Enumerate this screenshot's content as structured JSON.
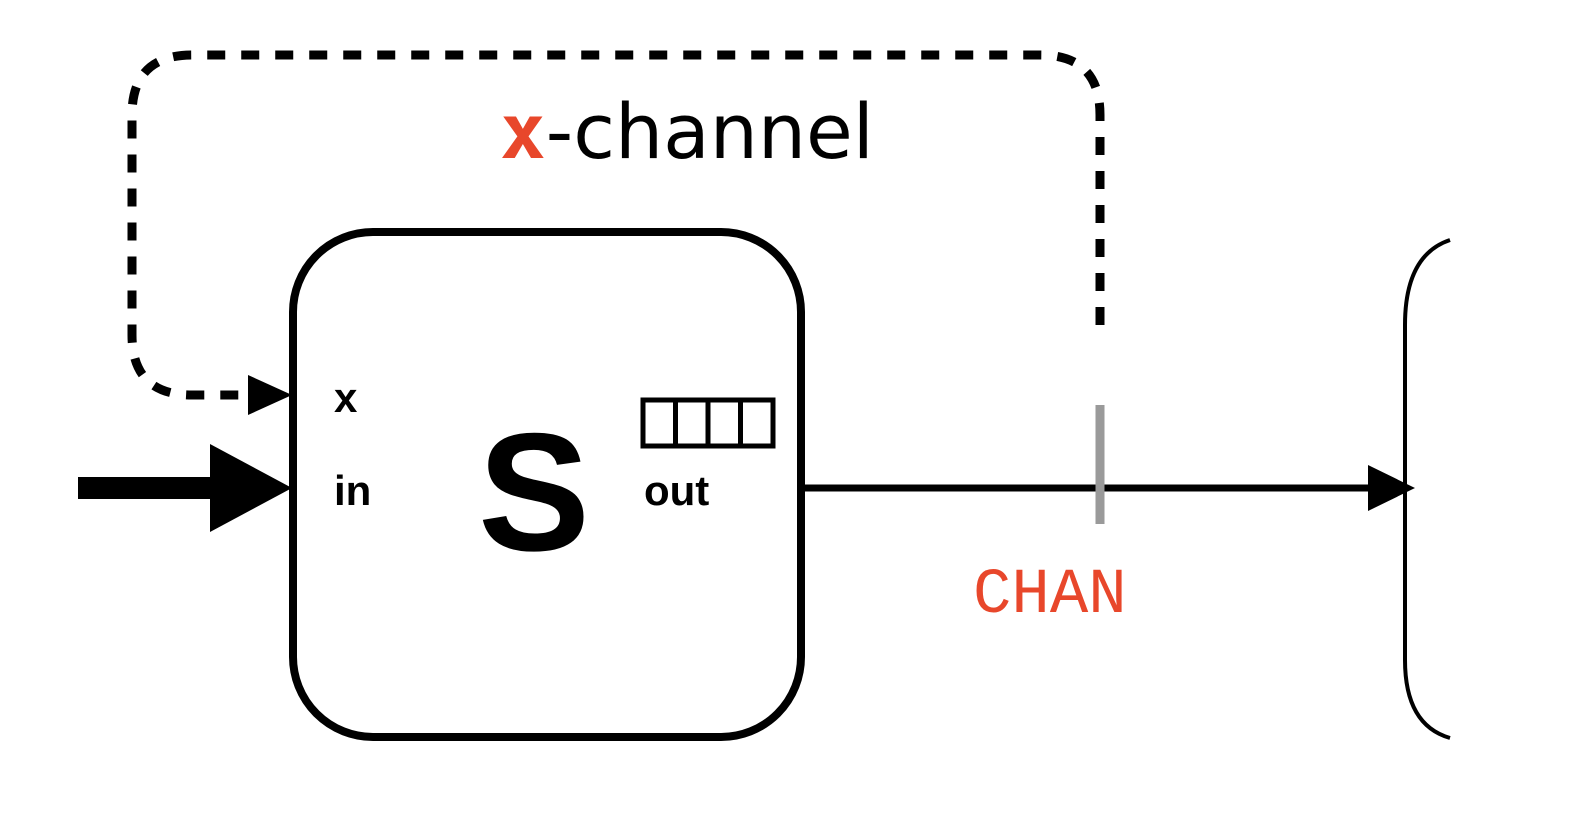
{
  "diagram": {
    "feedback_label": {
      "prefix": "x",
      "suffix": "-channel"
    },
    "node": {
      "name": "S",
      "port_x": "x",
      "port_in": "in",
      "port_out": "out",
      "buffer_slots": 4
    },
    "channel_label": "CHAN"
  },
  "colors": {
    "ink": "#000000",
    "accent": "#e8472b",
    "channel_tick": "#9a9a9a"
  }
}
